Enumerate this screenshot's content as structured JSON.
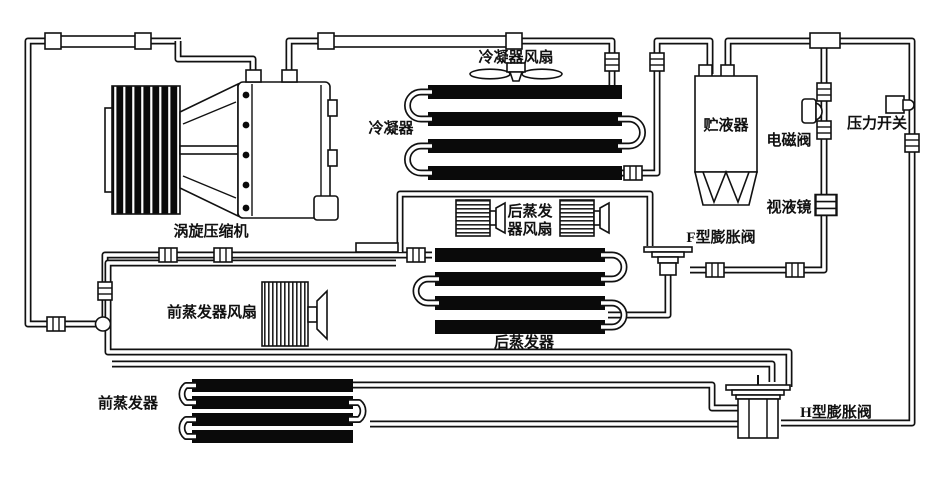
{
  "labels": {
    "compressor": "涡旋压缩机",
    "condenser": "冷凝器",
    "condenser_fan": "冷凝器风扇",
    "receiver": "贮液器",
    "solenoid_valve": "电磁阀",
    "pressure_switch": "压力开关",
    "sight_glass": "视液镜",
    "f_expansion_valve": "F型膨胀阀",
    "rear_evaporator_fan_line1": "后蒸发",
    "rear_evaporator_fan_line2": "器风扇",
    "rear_evaporator": "后蒸发器",
    "front_evaporator_fan": "前蒸发器风扇",
    "front_evaporator": "前蒸发器",
    "h_expansion_valve": "H型膨胀阀"
  },
  "colors": {
    "line": "#111111",
    "coil_fill": "#0a0a0a",
    "background": "#ffffff"
  }
}
